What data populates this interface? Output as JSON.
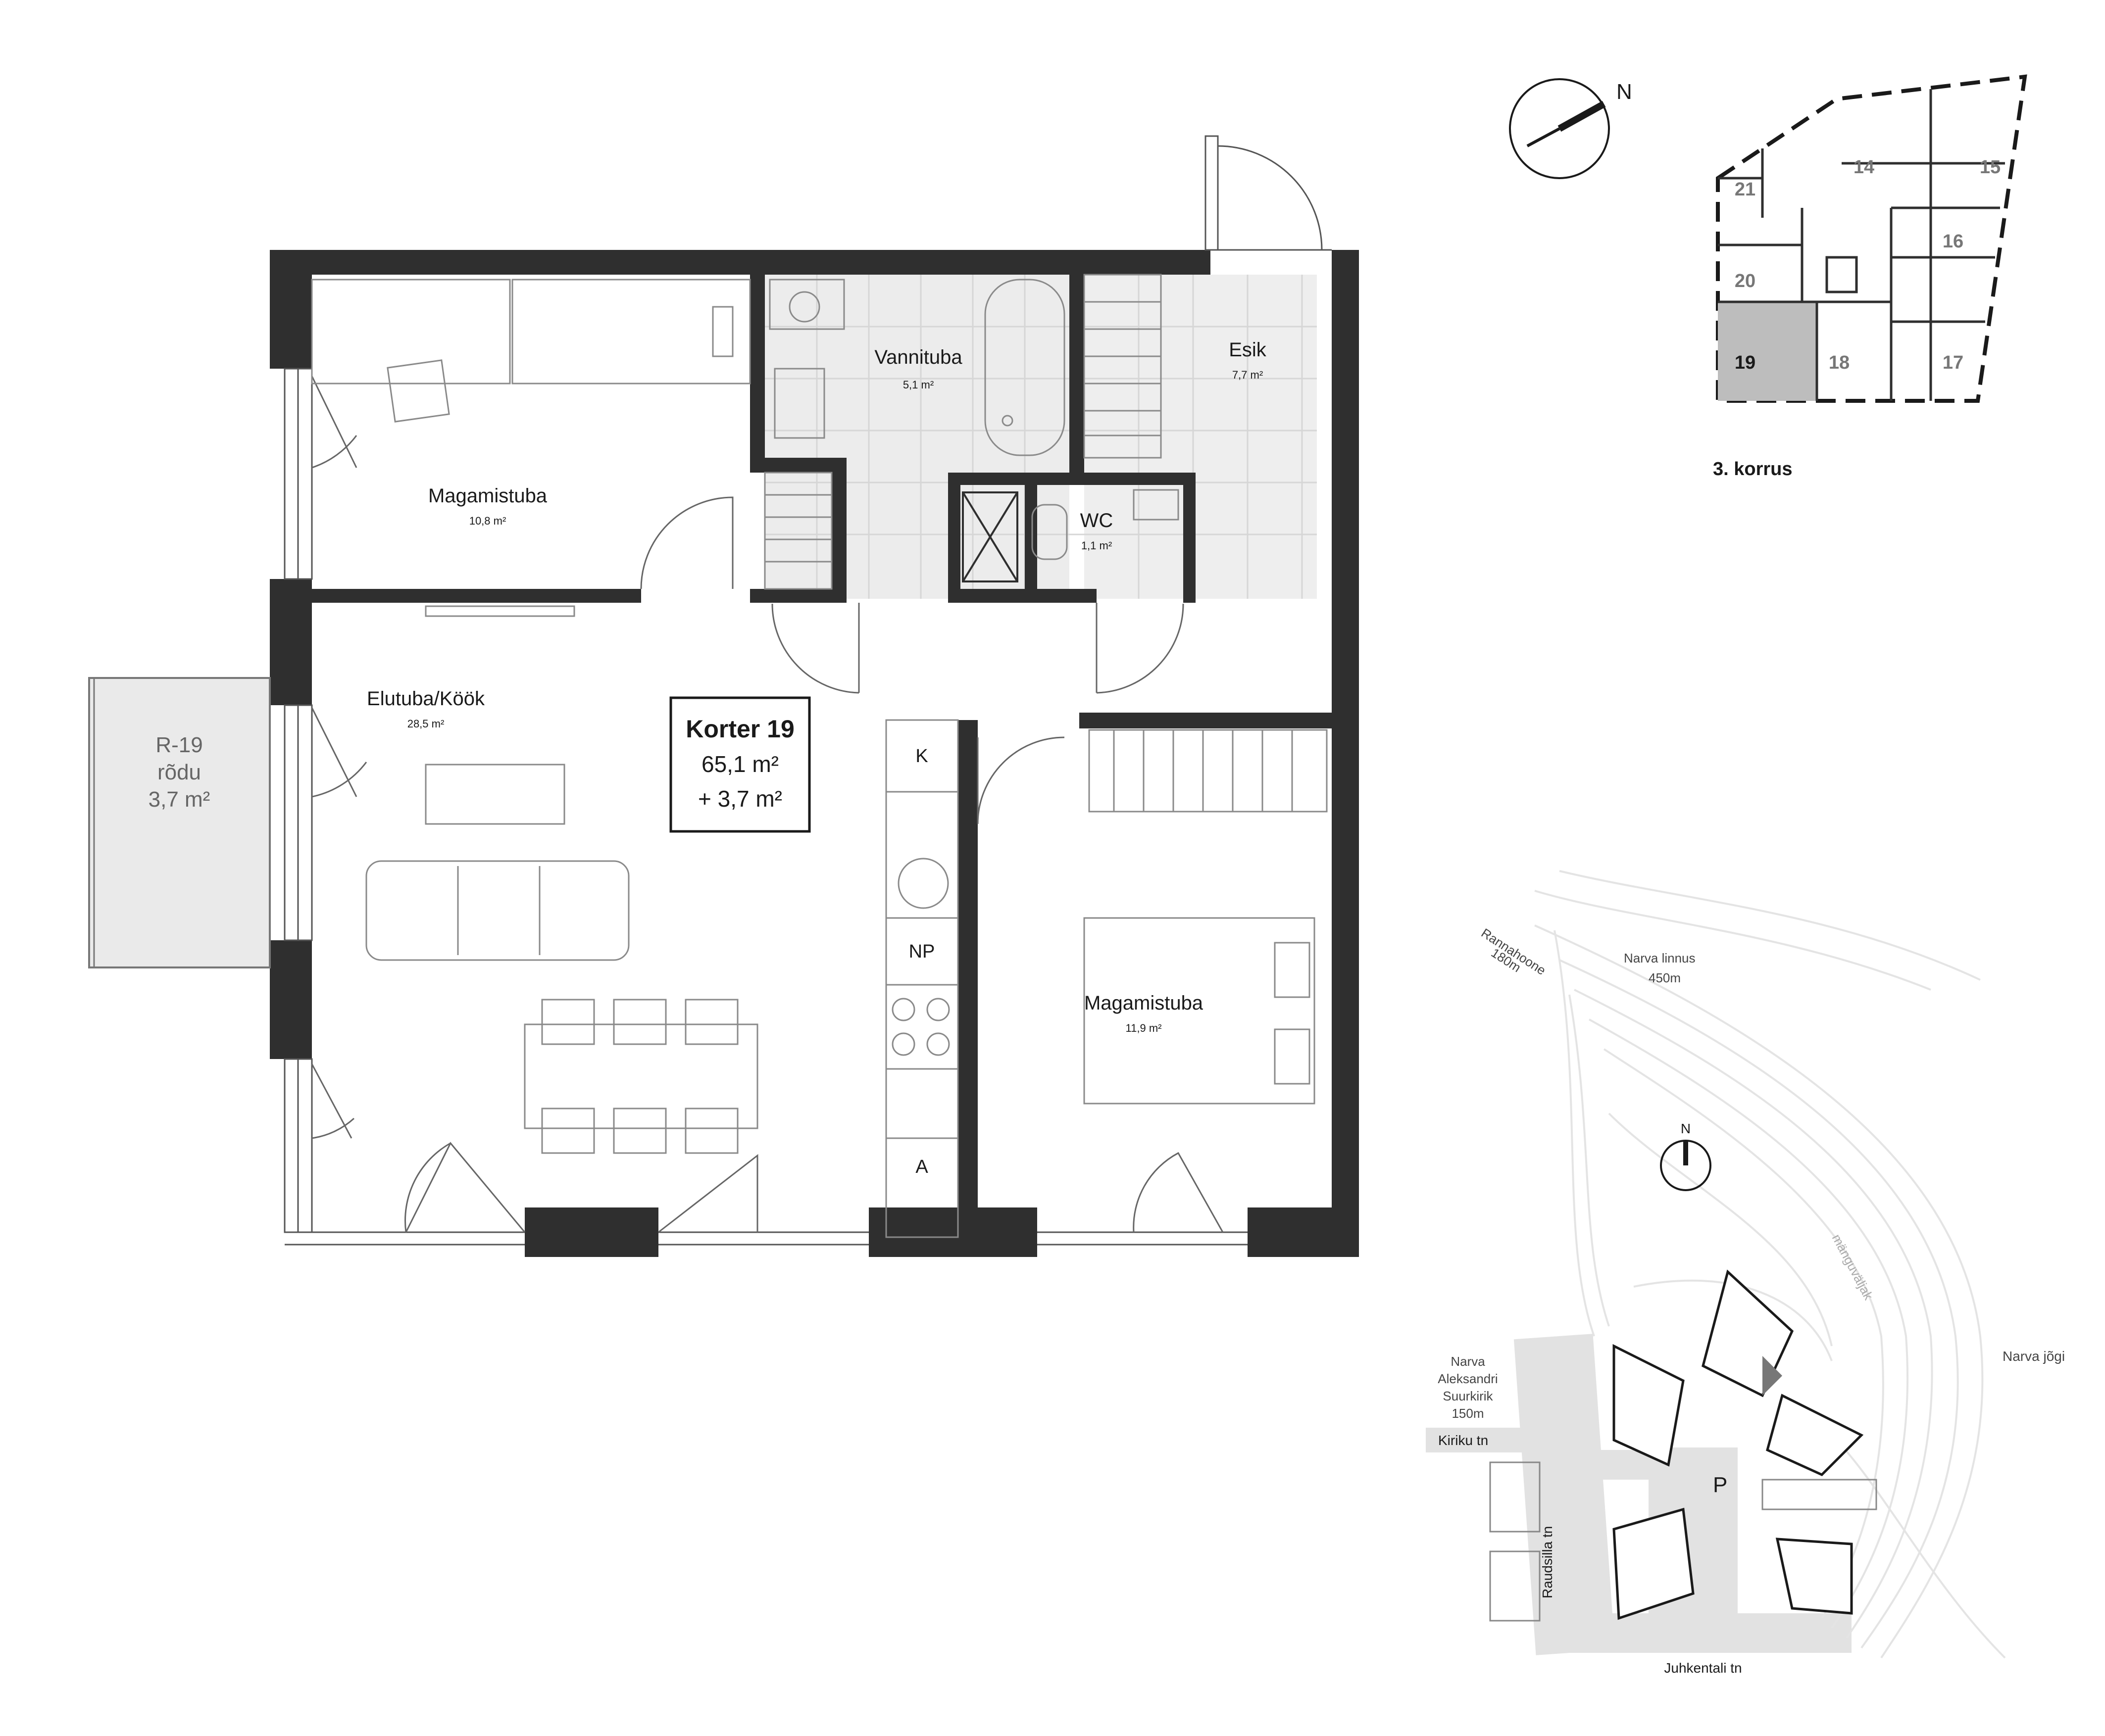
{
  "apartment": {
    "title": "Korter 19",
    "area_main": "65,1 m²",
    "area_extra": "+ 3,7 m²"
  },
  "rooms": [
    {
      "id": "bedroom1",
      "name": "Magamistuba",
      "area": "10,8 m²"
    },
    {
      "id": "bath",
      "name": "Vannituba",
      "area": "5,1 m²"
    },
    {
      "id": "hall",
      "name": "Esik",
      "area": "7,7 m²"
    },
    {
      "id": "wc",
      "name": "WC",
      "area": "1,1 m²"
    },
    {
      "id": "living",
      "name": "Elutuba/Köök",
      "area": "28,5 m²"
    },
    {
      "id": "bedroom2",
      "name": "Magamistuba",
      "area": "11,9 m²"
    }
  ],
  "balcony": {
    "code": "R-19",
    "name": "rõdu",
    "area": "3,7 m²"
  },
  "kitchen_labels": {
    "k": "K",
    "np": "NP",
    "a": "A"
  },
  "compass": {
    "label": "N"
  },
  "keyplan": {
    "floor": "3. korrus",
    "units": [
      "21",
      "14",
      "15",
      "16",
      "20",
      "19",
      "18",
      "17"
    ],
    "highlight": "19"
  },
  "siteplan": {
    "compass": "N",
    "labels": {
      "rannahoone": "Rannahoone",
      "rannahoone_dist": "180m",
      "linnus": "Narva linnus",
      "linnus_dist": "450m",
      "playground": "mänguväljak",
      "river": "Narva jõgi",
      "church_1": "Narva",
      "church_2": "Aleksandri",
      "church_3": "Suurkirik",
      "church_dist": "150m",
      "street_kiriku": "Kiriku tn",
      "street_raudsilla": "Raudsilla tn",
      "street_juhkentali": "Juhkentali tn",
      "parking": "P"
    }
  }
}
